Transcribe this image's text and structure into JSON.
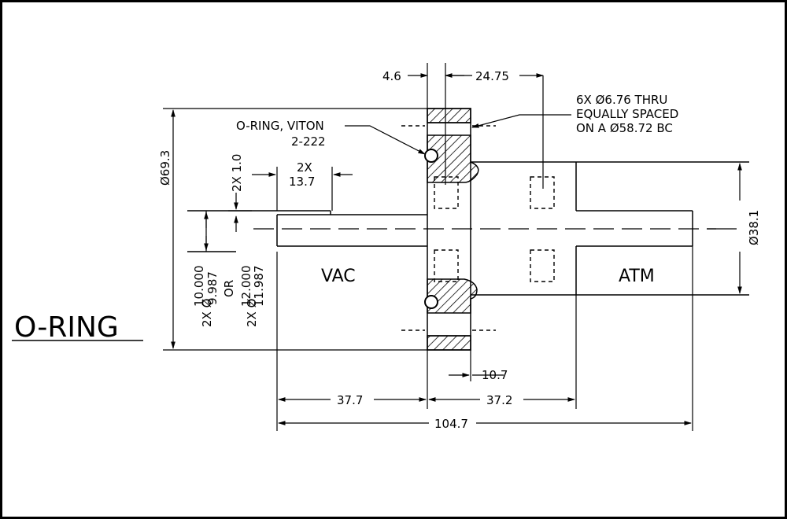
{
  "drawing": {
    "title": "O-RING",
    "labels": {
      "vac": "VAC",
      "atm": "ATM"
    },
    "oring_callout": {
      "line1": "O-RING, VITON",
      "line2": "2-222"
    },
    "hole_callout": {
      "line1": "6X Ø6.76 THRU",
      "line2": "EQUALLY SPACED",
      "line3": "ON A Ø58.72 BC"
    },
    "dimensions": {
      "d_4_6": "4.6",
      "d_24_75": "24.75",
      "d_69_3": "Ø69.3",
      "d_38_1": "Ø38.1",
      "d_1_0": "2X 1.0",
      "d_13_7_a": "2X",
      "d_13_7_b": "13.7",
      "shaft_a1": "10.000",
      "shaft_a2": "2X Ø",
      "shaft_a3": "9.987",
      "shaft_or": "OR",
      "shaft_b1": "12.000",
      "shaft_b2": "2X Ø",
      "shaft_b3": "11.987",
      "d_10_7": "10.7",
      "d_37_7": "37.7",
      "d_37_2": "37.2",
      "d_104_7": "104.7"
    }
  }
}
